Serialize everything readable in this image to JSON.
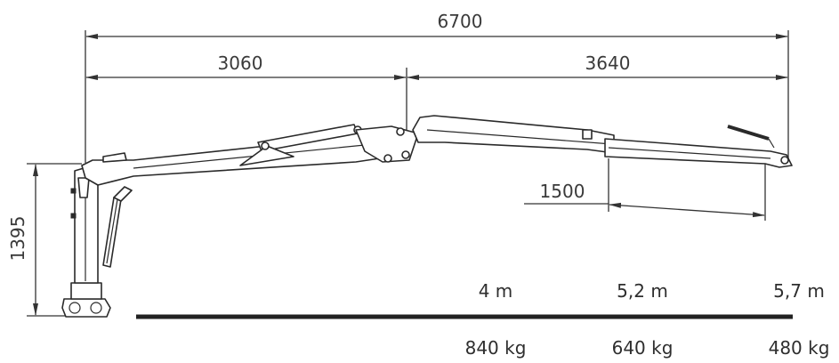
{
  "dimensions": {
    "total_reach": "6700",
    "first_section": "3060",
    "second_section": "3640",
    "extension": "1500",
    "column_height": "1395"
  },
  "capacities": [
    {
      "reach": "4 m",
      "load": "840 kg"
    },
    {
      "reach": "5,2 m",
      "load": "640 kg"
    },
    {
      "reach": "5,7 m",
      "load": "480 kg"
    }
  ],
  "colors": {
    "line": "#2a2a2a",
    "text": "#3a3a3a",
    "ground": "#222222"
  }
}
